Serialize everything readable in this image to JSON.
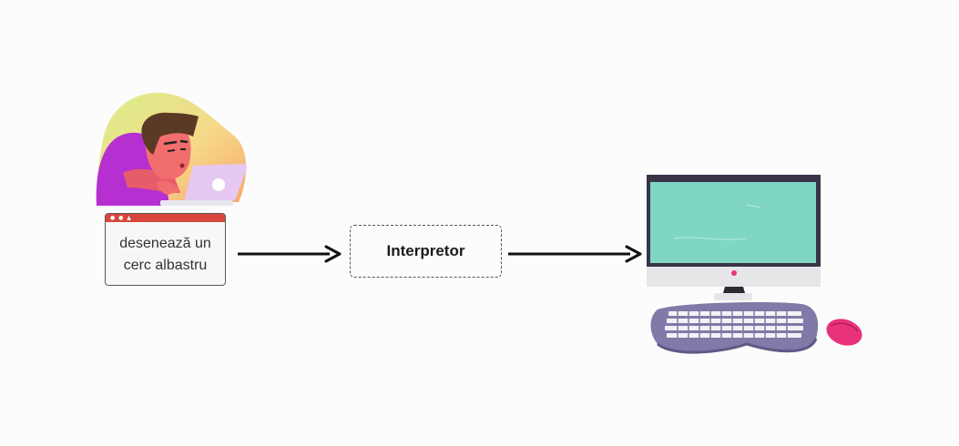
{
  "input": {
    "titlebar_icons": "● ● ▲",
    "prompt_line1": "desenează un",
    "prompt_line2": "cerc albastru"
  },
  "process": {
    "label": "Interpretor"
  },
  "colors": {
    "background": "#fcfcfc",
    "arrow": "#111111",
    "titlebar": "#d9443b",
    "screen": "#7fd6c3",
    "keyboard": "#7f7aa8",
    "mouse": "#e8327a",
    "person_shirt": "#b62fd1",
    "laptop": "#e6c8f2"
  },
  "icons": [
    "person-at-laptop-illustration",
    "desktop-computer-illustration",
    "arrow-right-icon"
  ]
}
